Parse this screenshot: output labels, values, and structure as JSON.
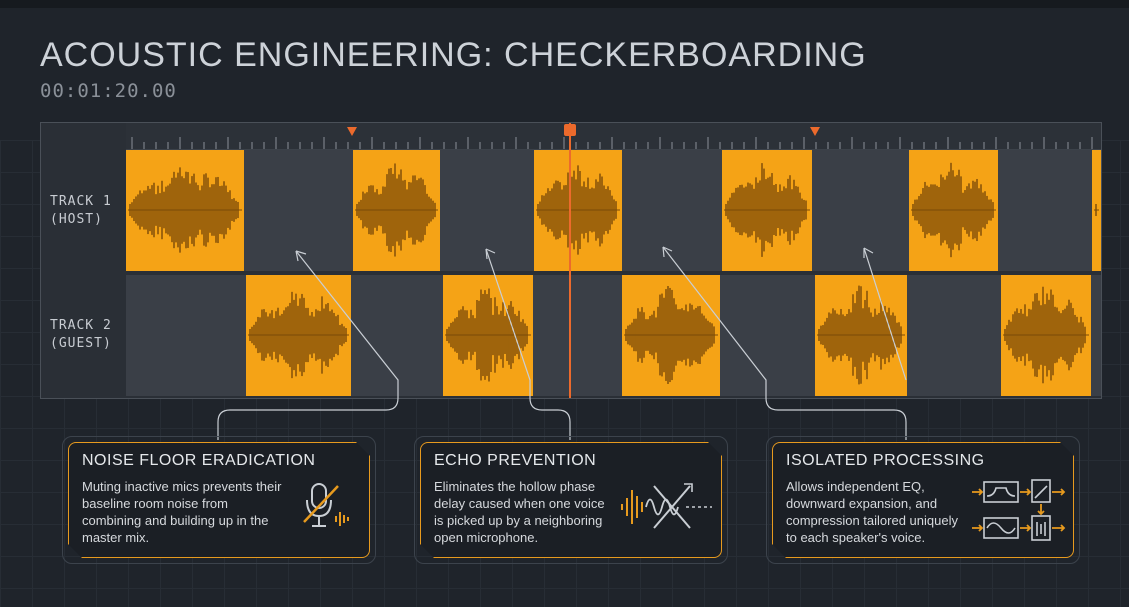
{
  "header": {
    "title": "ACOUSTIC ENGINEERING: CHECKERBOARDING",
    "timecode": "00:01:20.00"
  },
  "tracks": [
    {
      "label_line1": "TRACK 1",
      "label_line2": "(HOST)"
    },
    {
      "label_line1": "TRACK 2",
      "label_line2": "(GUEST)"
    }
  ],
  "colors": {
    "clip": "#f5a316",
    "waveform": "#7a4a08",
    "playhead": "#ec6a2c",
    "accent_border": "#e79a1e"
  },
  "cards": [
    {
      "title": "NOISE FLOOR ERADICATION",
      "body": "Muting inactive mics prevents their baseline room noise from combining and building up in the master mix.",
      "icon": "muted-microphone-icon"
    },
    {
      "title": "ECHO PREVENTION",
      "body": "Eliminates the hollow phase delay caused when one voice is picked up by a neighboring open microphone.",
      "icon": "crossed-soundwave-icon"
    },
    {
      "title": "ISOLATED PROCESSING",
      "body": "Allows independent EQ, downward expansion, and compression tailored uniquely to each speaker's voice.",
      "icon": "processing-chain-icon"
    }
  ]
}
